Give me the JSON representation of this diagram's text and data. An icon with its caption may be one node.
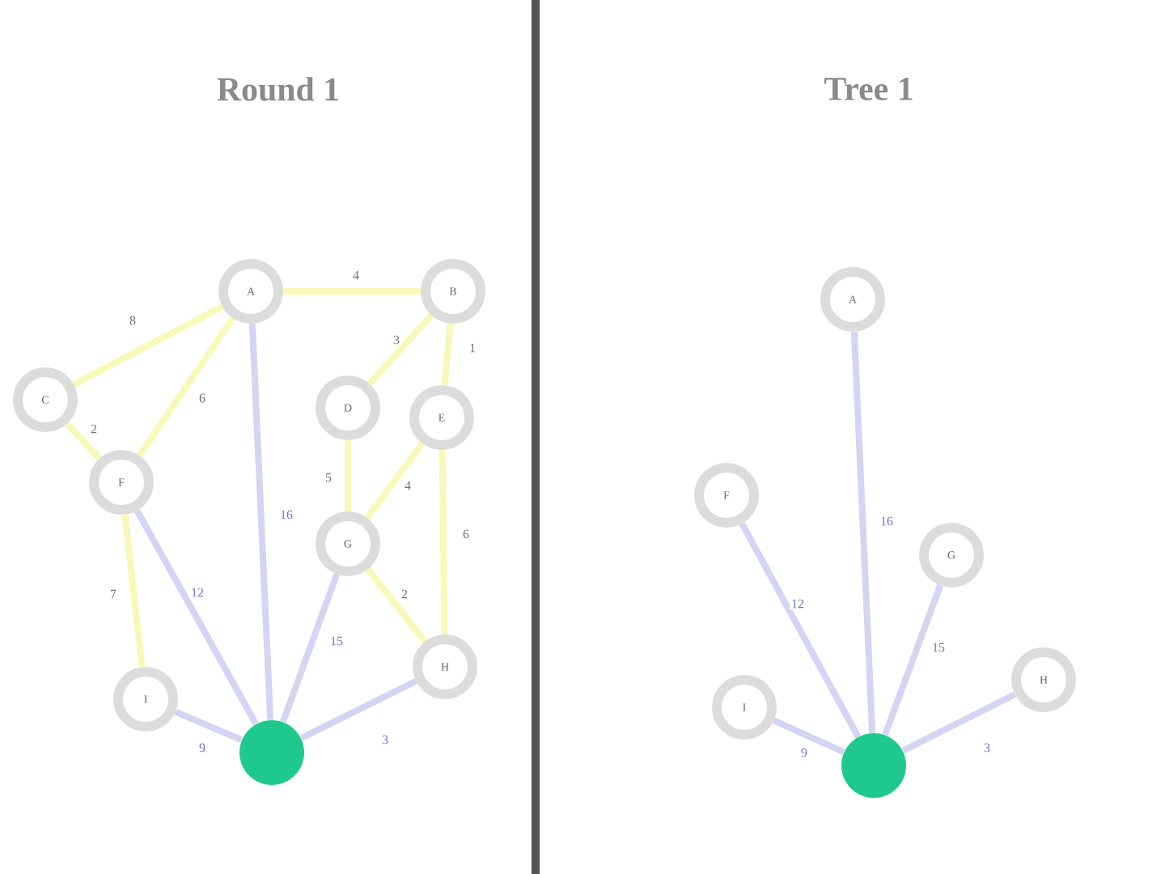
{
  "diagram": {
    "nodes": [
      {
        "text": [
          "A"
        ]
      },
      {
        "text": [
          "B"
        ]
      },
      {
        "text": [
          "C"
        ]
      },
      {
        "text": [
          "D"
        ]
      },
      {
        "text": [
          "E"
        ]
      },
      {
        "text": [
          "F"
        ]
      },
      {
        "text": [
          "G"
        ]
      },
      {
        "text": [
          "H"
        ]
      },
      {
        "text": [
          "I"
        ]
      },
      {
        "text": [],
        "shape": "circle"
      },
      {
        "text": [
          "A"
        ]
      },
      {
        "text": [
          "F"
        ]
      },
      {
        "text": [
          "G"
        ]
      },
      {
        "text": [
          "I"
        ]
      },
      {
        "text": [
          "H"
        ]
      },
      {
        "text": [],
        "shape": "circle"
      }
    ],
    "edges": [
      {
        "from": 2,
        "to": 0,
        "arrow": "none",
        "label": "8"
      },
      {
        "from": 0,
        "to": 1,
        "arrow": "none",
        "label": "4"
      },
      {
        "from": 2,
        "to": 5,
        "arrow": "none",
        "label": "2"
      },
      {
        "from": 0,
        "to": 5,
        "arrow": "none",
        "label": "6"
      },
      {
        "from": 1,
        "to": 3,
        "arrow": "none",
        "label": "3"
      },
      {
        "from": 1,
        "to": 4,
        "arrow": "none",
        "label": "1"
      },
      {
        "from": 3,
        "to": 6,
        "arrow": "none",
        "label": "5"
      },
      {
        "from": 4,
        "to": 6,
        "arrow": "none",
        "label": "4"
      },
      {
        "from": 4,
        "to": 7,
        "arrow": "none",
        "label": "6"
      },
      {
        "from": 5,
        "to": 8,
        "arrow": "none",
        "label": "7"
      },
      {
        "from": 6,
        "to": 7,
        "arrow": "none",
        "label": "2"
      },
      {
        "from": 9,
        "to": 5,
        "arrow": "none",
        "label": "12",
        "color": "#d4d4f4"
      },
      {
        "from": 9,
        "to": 0,
        "arrow": "none",
        "label": "16",
        "color": "#d4d4f4"
      },
      {
        "from": 9,
        "to": 6,
        "arrow": "none",
        "label": "15",
        "color": "#d4d4f4"
      },
      {
        "from": 9,
        "to": 8,
        "arrow": "none",
        "label": "9",
        "color": "#d4d4f4"
      },
      {
        "from": 9,
        "to": 7,
        "arrow": "none",
        "label": "3",
        "color": "#d4d4f4"
      },
      {
        "from": 15,
        "to": 11,
        "arrow": "none",
        "label": "12",
        "color": "#d4d4f4"
      },
      {
        "from": 15,
        "to": 10,
        "arrow": "none",
        "label": "16",
        "color": "#d4d4f4"
      },
      {
        "from": 15,
        "to": 12,
        "arrow": "none",
        "label": "15",
        "color": "#d4d4f4"
      },
      {
        "from": 15,
        "to": 13,
        "arrow": "none",
        "label": "9",
        "color": "#d4d4f4"
      },
      {
        "from": 15,
        "to": 14,
        "arrow": "none",
        "label": "3",
        "color": "#d4d4f4"
      }
    ],
    "labels": [
      "Round 1",
      "Tree 1"
    ]
  }
}
